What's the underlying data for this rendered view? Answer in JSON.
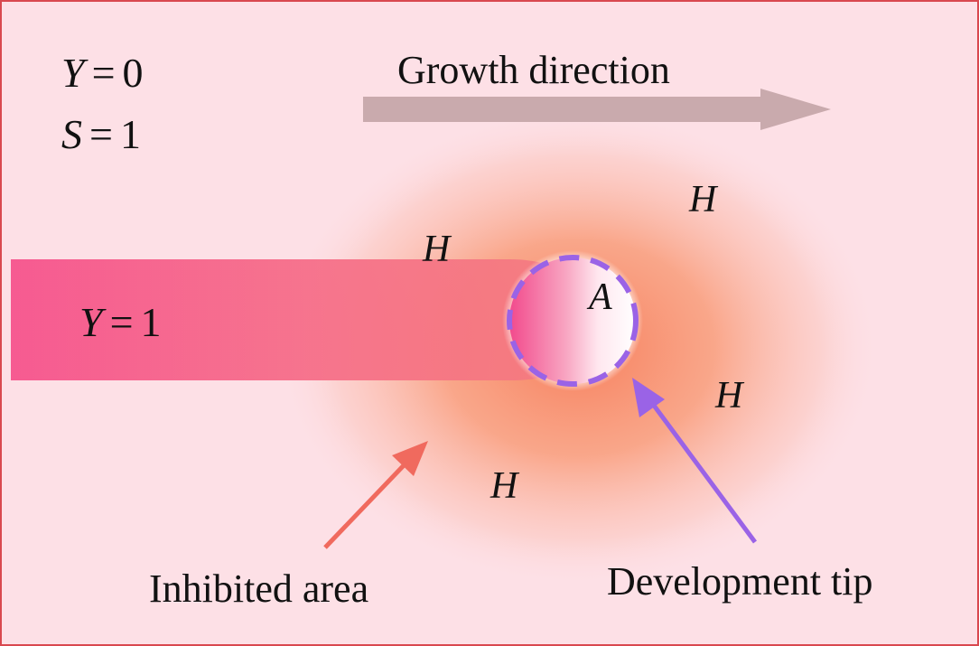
{
  "equations": {
    "y0": {
      "var": "Y",
      "op": "=",
      "val": "0"
    },
    "s1": {
      "var": "S",
      "op": "=",
      "val": "1"
    },
    "y1": {
      "var": "Y",
      "op": "=",
      "val": "1"
    }
  },
  "labels": {
    "growth_direction": "Growth direction",
    "activator": "A",
    "inhibitor": "H",
    "inhibited_area": "Inhibited area",
    "development_tip": "Development tip"
  },
  "colors": {
    "background": "#fde0e6",
    "frame": "#d9484f",
    "stalk": "#f2447e",
    "halo": "#f7875e",
    "growth_arrow": "#c9aaad",
    "inhibited_arrow": "#f06a5e",
    "tip_arrow": "#9a63e6",
    "tip_outline": "#9a63e6"
  }
}
